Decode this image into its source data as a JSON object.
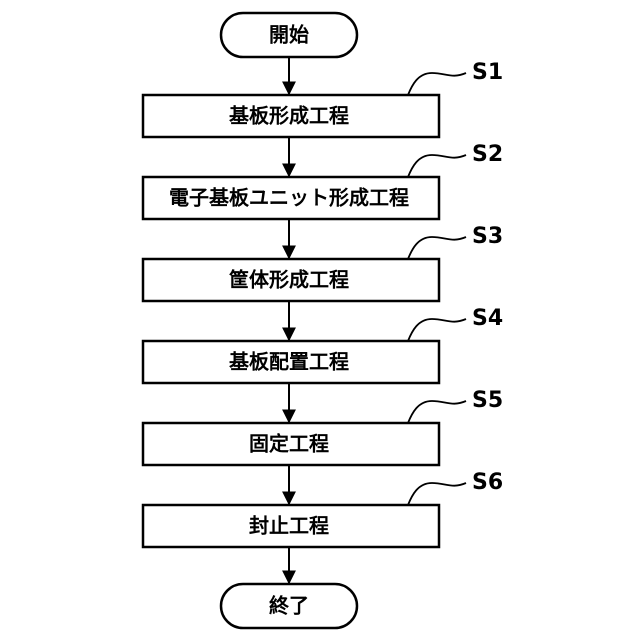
{
  "flowchart": {
    "start_label": "開始",
    "end_label": "終了",
    "steps": [
      {
        "id": "S1",
        "label": "基板形成工程"
      },
      {
        "id": "S2",
        "label": "電子基板ユニット形成工程"
      },
      {
        "id": "S3",
        "label": "筐体形成工程"
      },
      {
        "id": "S4",
        "label": "基板配置工程"
      },
      {
        "id": "S5",
        "label": "固定工程"
      },
      {
        "id": "S6",
        "label": "封止工程"
      }
    ]
  }
}
